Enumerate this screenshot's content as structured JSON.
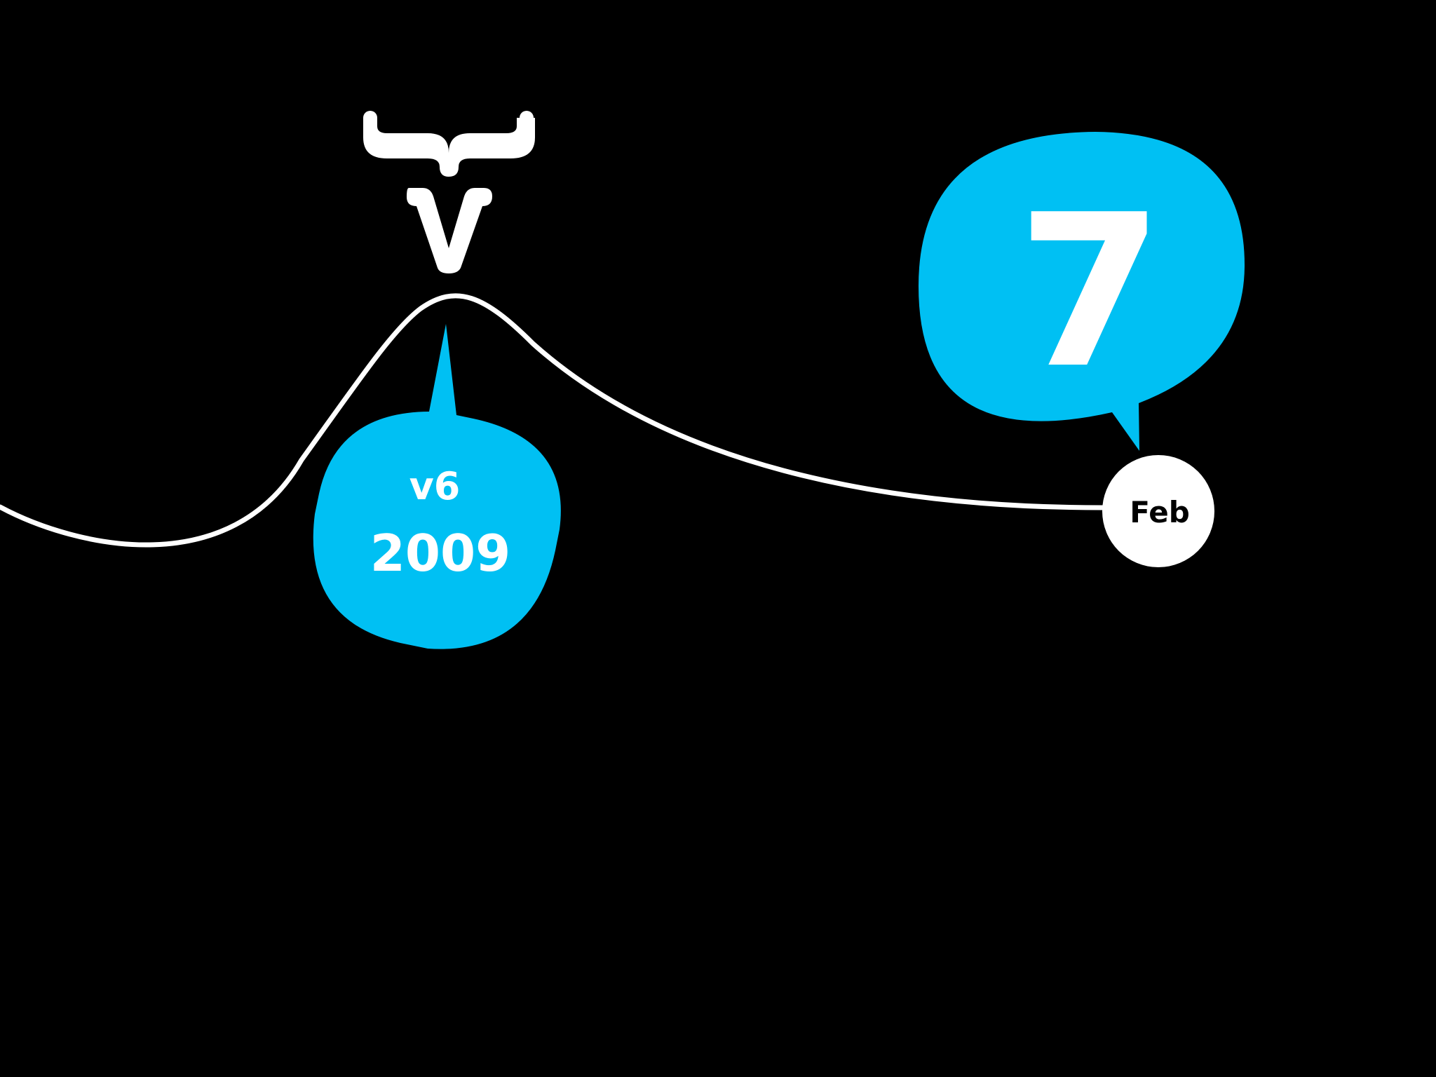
{
  "colors": {
    "background": "#000000",
    "accent": "#00C0F3",
    "line": "#FFFFFF",
    "text_dark": "#000000",
    "text_light": "#FFFFFF"
  },
  "logo": {
    "icon": "v-logo-icon",
    "letter": "V"
  },
  "milestone": {
    "version": "v6",
    "year": "2009"
  },
  "upcoming": {
    "number": "7",
    "month": "Feb"
  }
}
